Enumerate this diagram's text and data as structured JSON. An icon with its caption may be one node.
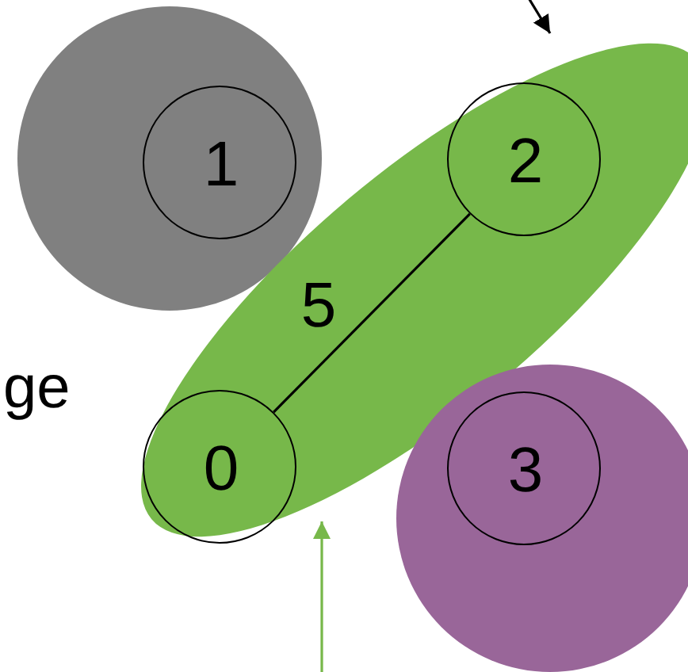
{
  "diagram": {
    "nodes": [
      {
        "text": [],
        "shape": "circle"
      },
      {
        "text": [
          "1"
        ],
        "in": 0
      },
      {
        "text": [],
        "shape": "ellipse"
      },
      {
        "text": [
          "2"
        ],
        "in": 2
      },
      {
        "text": [
          "0"
        ],
        "in": 2
      },
      {
        "text": [],
        "shape": "circle"
      },
      {
        "text": [
          "3"
        ],
        "in": 5
      }
    ],
    "edges": [
      {
        "from": 4,
        "to": 3,
        "arrow": "none",
        "label": "5"
      },
      {
        "from": null,
        "to": 2,
        "arrow": "to"
      },
      {
        "from": null,
        "to": 2,
        "arrow": "to",
        "color": "#77b84a"
      }
    ],
    "labels": [
      "ge"
    ]
  }
}
